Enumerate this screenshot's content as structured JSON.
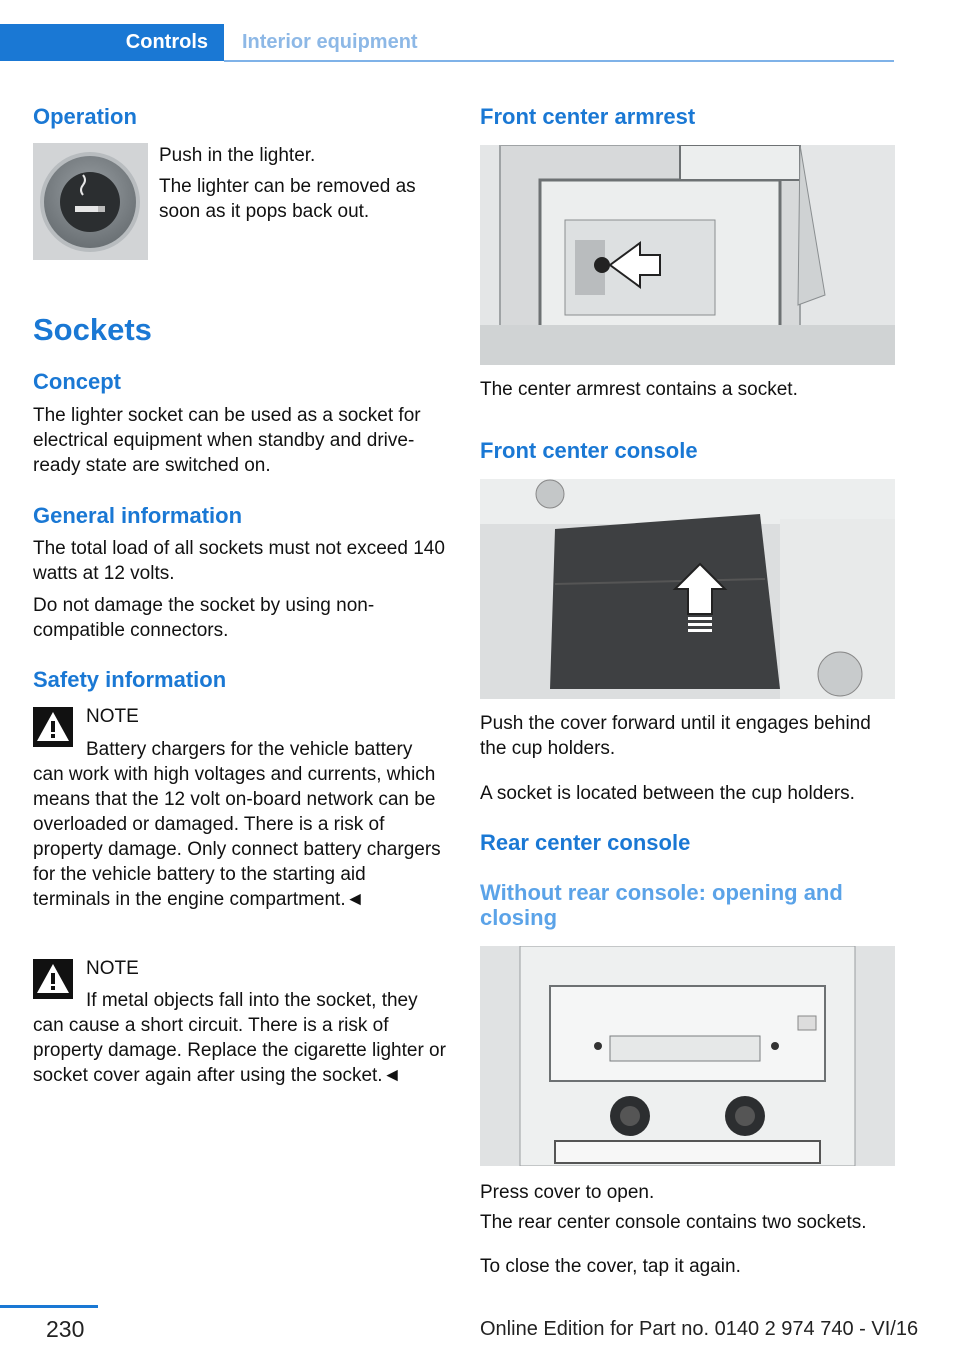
{
  "header": {
    "tab_active": "Controls",
    "tab_inactive": "Interior equipment"
  },
  "left": {
    "operation_heading": "Operation",
    "operation_lines": [
      "Push in the lighter.",
      "The lighter can be removed as soon as it pops back out."
    ],
    "sockets_heading": "Sockets",
    "concept_heading": "Concept",
    "concept_text": "The lighter socket can be used as a socket for electrical equipment when standby and drive-ready state are switched on.",
    "general_heading": "General information",
    "general_p1": "The total load of all sockets must not exceed 140 watts at 12 volts.",
    "general_p2": "Do not damage the socket by using non-compatible connectors.",
    "safety_heading": "Safety information",
    "note1_label": "NOTE",
    "note1_text": "Battery chargers for the vehicle battery can work with high voltages and currents, which means that the 12 volt on-board network can be overloaded or damaged. There is a risk of property damage. Only connect battery chargers for the vehicle battery to the starting aid terminals in the engine compartment.◄",
    "note2_label": "NOTE",
    "note2_text": "If metal objects fall into the socket, they can cause a short circuit. There is a risk of property damage. Replace the cigarette lighter or socket cover again after using the socket.◄"
  },
  "right": {
    "armrest_heading": "Front center armrest",
    "armrest_text": "The center armrest contains a socket.",
    "console_heading": "Front center console",
    "console_p1": "Push the cover forward until it engages behind the cup holders.",
    "console_p2": "A socket is located between the cup holders.",
    "rear_heading": "Rear center console",
    "rear_sub_heading": "Without rear console: opening and closing",
    "rear_p1": "Press cover to open.",
    "rear_p2": "The rear center console contains two sockets.",
    "rear_p3": "To close the cover, tap it again."
  },
  "footer": {
    "page_number": "230",
    "edition": "Online Edition for Part no. 0140 2 974 740 - VI/16"
  }
}
